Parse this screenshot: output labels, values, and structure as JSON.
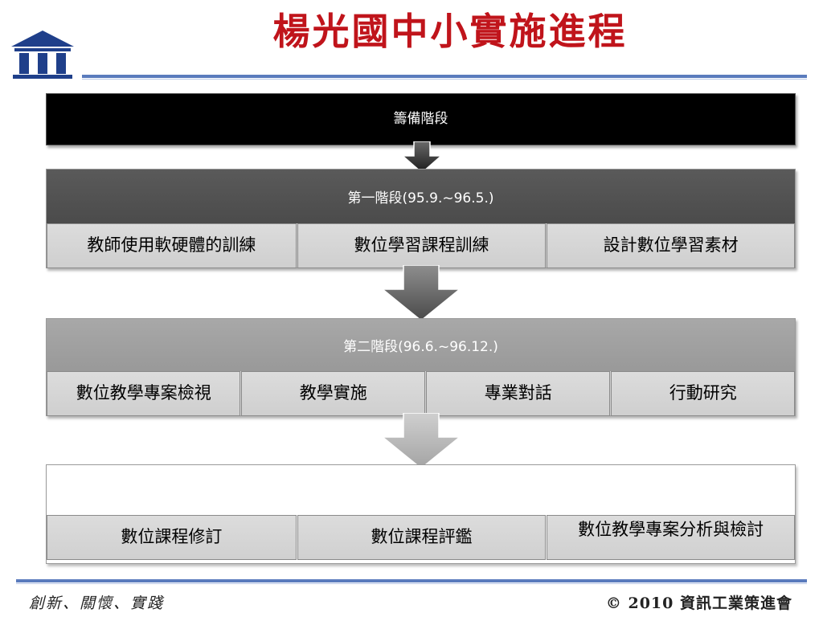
{
  "title": "楊光國中小實施進程",
  "stages": [
    {
      "label": "籌備階段"
    },
    {
      "label": "第一階段(95.9.~96.5.)",
      "items": [
        "教師使用軟硬體的訓練",
        "數位學習課程訓練",
        "設計數位學習素材"
      ]
    },
    {
      "label": "第二階段(96.6.~96.12.)",
      "items": [
        "數位教學專案檢視",
        "教學實施",
        "專業對話",
        "行動研究"
      ]
    },
    {
      "label": "",
      "items": [
        "數位課程修訂",
        "數位課程評鑑",
        "數位教學專案分析與檢討"
      ]
    }
  ],
  "footer": {
    "motto": "創新、關懷、實踐",
    "copyright": "© 2010 資訊工業策進會"
  },
  "colors": {
    "title": "#c0141b",
    "rule": "#5a7bbd",
    "stage0": "#000000",
    "stage1": "#4f4f4f",
    "stage2": "#a1a1a1"
  }
}
